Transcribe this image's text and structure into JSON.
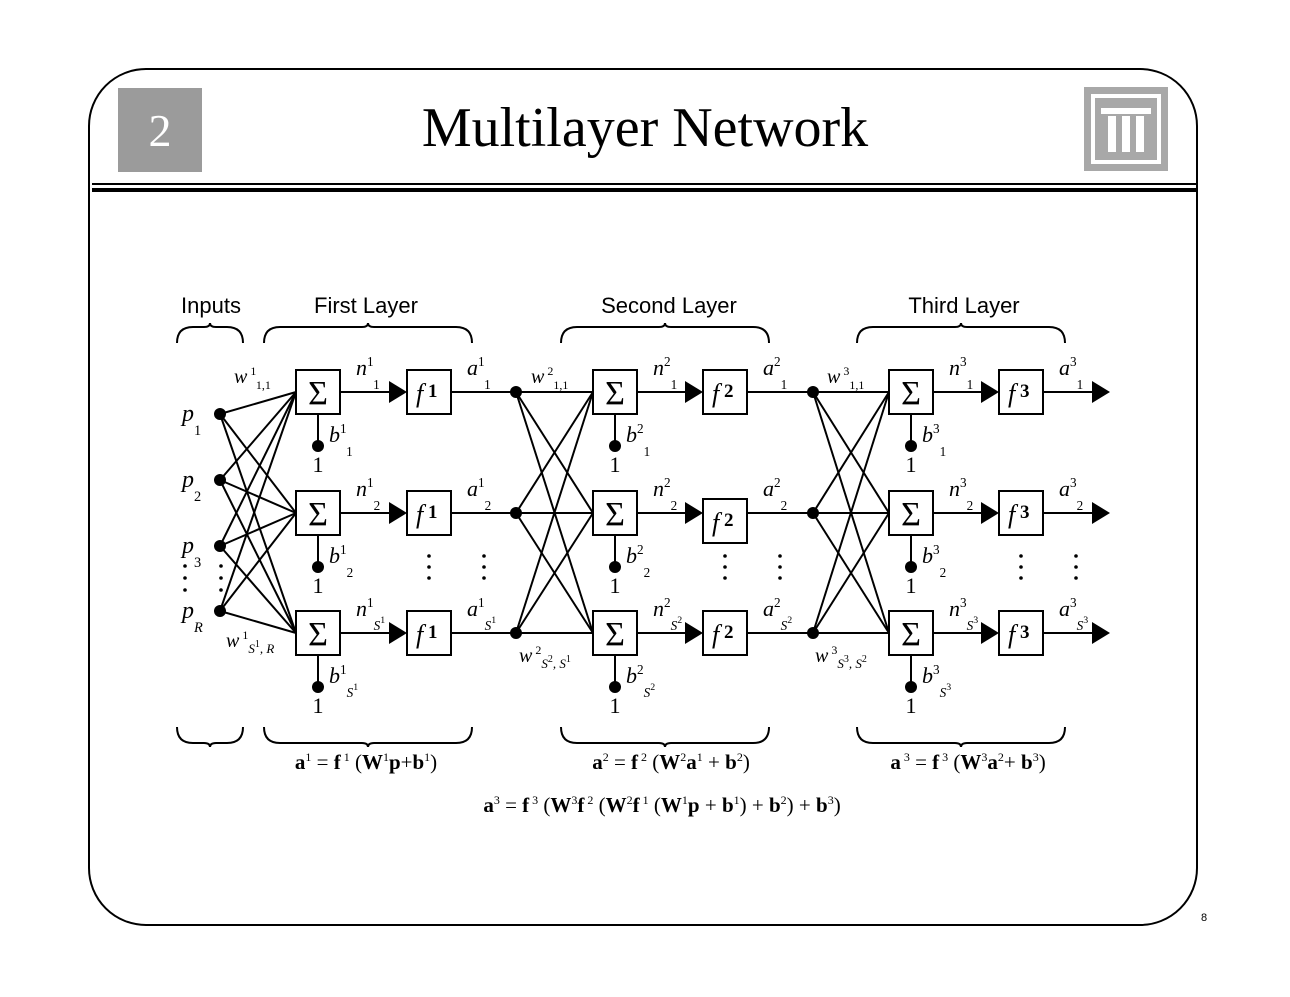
{
  "slide": {
    "chapter": "2",
    "title": "Multilayer Network",
    "page_number": "8"
  },
  "headers": {
    "inputs": "Inputs",
    "first": "First Layer",
    "second": "Second Layer",
    "third": "Third Layer"
  },
  "inputs": [
    {
      "base": "p",
      "sub": "1"
    },
    {
      "base": "p",
      "sub": "2"
    },
    {
      "base": "p",
      "sub": "3"
    },
    {
      "base": "p",
      "sub": "R"
    }
  ],
  "sum_symbol": "Σ",
  "bias_input": "1",
  "layers": [
    {
      "transfer": {
        "base": "f",
        "sup": "1"
      },
      "w_top": {
        "base": "w",
        "sup": "1",
        "sub": "1,1"
      },
      "w_bottom": {
        "base": "w",
        "sup": "1",
        "sub1": "S",
        "sub1sup": "1",
        "sub2": ", R"
      },
      "neurons": [
        {
          "n": {
            "sup": "1",
            "sub": "1"
          },
          "a": {
            "sup": "1",
            "sub": "1"
          },
          "b": {
            "sup": "1",
            "sub": "1"
          }
        },
        {
          "n": {
            "sup": "1",
            "sub": "2"
          },
          "a": {
            "sup": "1",
            "sub": "2"
          },
          "b": {
            "sup": "1",
            "sub": "2"
          }
        },
        {
          "n": {
            "sup": "1",
            "sub": "S",
            "subsup": "1"
          },
          "a": {
            "sup": "1",
            "sub": "S",
            "subsup": "1"
          },
          "b": {
            "sup": "1",
            "sub": "S",
            "subsup": "1"
          }
        }
      ],
      "equation": {
        "a": "a",
        "sup": "1",
        "eq": " = ",
        "f": "f",
        "rest": " (W",
        "w_sup": "1",
        "p": "p",
        "plus": "+",
        "b": "b",
        "b_sup": "1",
        "close": ")"
      }
    },
    {
      "transfer": {
        "base": "f",
        "sup": "2"
      },
      "w_top": {
        "base": "w",
        "sup": "2",
        "sub": "1,1"
      },
      "w_bottom": {
        "base": "w",
        "sup": "2",
        "sub1": "S",
        "sub1sup": "2",
        "sub2": ", S",
        "sub2sup": "1"
      },
      "neurons": [
        {
          "n": {
            "sup": "2",
            "sub": "1"
          },
          "a": {
            "sup": "2",
            "sub": "1"
          },
          "b": {
            "sup": "2",
            "sub": "1"
          }
        },
        {
          "n": {
            "sup": "2",
            "sub": "2"
          },
          "a": {
            "sup": "2",
            "sub": "2"
          },
          "b": {
            "sup": "2",
            "sub": "2"
          }
        },
        {
          "n": {
            "sup": "2",
            "sub": "S",
            "subsup": "2"
          },
          "a": {
            "sup": "2",
            "sub": "S",
            "subsup": "2"
          },
          "b": {
            "sup": "2",
            "sub": "S",
            "subsup": "2"
          }
        }
      ]
    },
    {
      "transfer": {
        "base": "f",
        "sup": "3"
      },
      "w_top": {
        "base": "w",
        "sup": "3",
        "sub": "1,1"
      },
      "w_bottom": {
        "base": "w",
        "sup": "3",
        "sub1": "S",
        "sub1sup": "3",
        "sub2": ", S",
        "sub2sup": "2"
      },
      "neurons": [
        {
          "n": {
            "sup": "3",
            "sub": "1"
          },
          "a": {
            "sup": "3",
            "sub": "1"
          },
          "b": {
            "sup": "3",
            "sub": "1"
          }
        },
        {
          "n": {
            "sup": "3",
            "sub": "2"
          },
          "a": {
            "sup": "3",
            "sub": "2"
          },
          "b": {
            "sup": "3",
            "sub": "2"
          }
        },
        {
          "n": {
            "sup": "3",
            "sub": "S",
            "subsup": "3"
          },
          "a": {
            "sup": "3",
            "sub": "S",
            "subsup": "3"
          },
          "b": {
            "sup": "3",
            "sub": "S",
            "subsup": "3"
          }
        }
      ]
    }
  ],
  "equations": {
    "layer1": [
      {
        "t": "a",
        "b": 1
      },
      {
        "t": "1",
        "s": 1
      },
      {
        "t": " = "
      },
      {
        "t": "f",
        "b": 1
      },
      {
        "t": " 1",
        "s": 1
      },
      {
        "t": " ("
      },
      {
        "t": "W",
        "b": 1
      },
      {
        "t": "1",
        "s": 1
      },
      {
        "t": "p",
        "b": 1
      },
      {
        "t": "+"
      },
      {
        "t": "b",
        "b": 1
      },
      {
        "t": "1",
        "s": 1
      },
      {
        "t": ")"
      }
    ],
    "layer2": [
      {
        "t": "a",
        "b": 1
      },
      {
        "t": "2",
        "s": 1
      },
      {
        "t": " = "
      },
      {
        "t": "f",
        "b": 1
      },
      {
        "t": " 2",
        "s": 1
      },
      {
        "t": " ("
      },
      {
        "t": "W",
        "b": 1
      },
      {
        "t": "2",
        "s": 1
      },
      {
        "t": "a",
        "b": 1
      },
      {
        "t": "1",
        "s": 1
      },
      {
        "t": " + "
      },
      {
        "t": "b",
        "b": 1
      },
      {
        "t": "2",
        "s": 1
      },
      {
        "t": ")"
      }
    ],
    "layer3": [
      {
        "t": "a",
        "b": 1
      },
      {
        "t": " 3",
        "s": 1
      },
      {
        "t": " = "
      },
      {
        "t": "f",
        "b": 1
      },
      {
        "t": " 3",
        "s": 1
      },
      {
        "t": " ("
      },
      {
        "t": "W",
        "b": 1
      },
      {
        "t": "3",
        "s": 1
      },
      {
        "t": "a",
        "b": 1
      },
      {
        "t": "2",
        "s": 1
      },
      {
        "t": "+ "
      },
      {
        "t": "b",
        "b": 1
      },
      {
        "t": "3",
        "s": 1
      },
      {
        "t": ")"
      }
    ],
    "full": [
      {
        "t": "a",
        "b": 1
      },
      {
        "t": "3",
        "s": 1
      },
      {
        "t": " = "
      },
      {
        "t": "f",
        "b": 1
      },
      {
        "t": " 3",
        "s": 1
      },
      {
        "t": " ("
      },
      {
        "t": "W",
        "b": 1
      },
      {
        "t": "3",
        "s": 1
      },
      {
        "t": "f",
        "b": 1
      },
      {
        "t": " 2",
        "s": 1
      },
      {
        "t": " ("
      },
      {
        "t": "W",
        "b": 1
      },
      {
        "t": "2",
        "s": 1
      },
      {
        "t": "f",
        "b": 1
      },
      {
        "t": " 1",
        "s": 1
      },
      {
        "t": " ("
      },
      {
        "t": "W",
        "b": 1
      },
      {
        "t": "1",
        "s": 1
      },
      {
        "t": "p",
        "b": 1
      },
      {
        "t": " + "
      },
      {
        "t": "b",
        "b": 1
      },
      {
        "t": "1",
        "s": 1
      },
      {
        "t": ")"
      },
      {
        "t": " + "
      },
      {
        "t": "b",
        "b": 1
      },
      {
        "t": "2",
        "s": 1
      },
      {
        "t": ")"
      },
      {
        "t": " + "
      },
      {
        "t": "b",
        "b": 1
      },
      {
        "t": "3",
        "s": 1
      },
      {
        "t": ")"
      }
    ]
  },
  "colors": {
    "chapter_box": "#9b9b9b",
    "logo": "#a8a8a8"
  }
}
